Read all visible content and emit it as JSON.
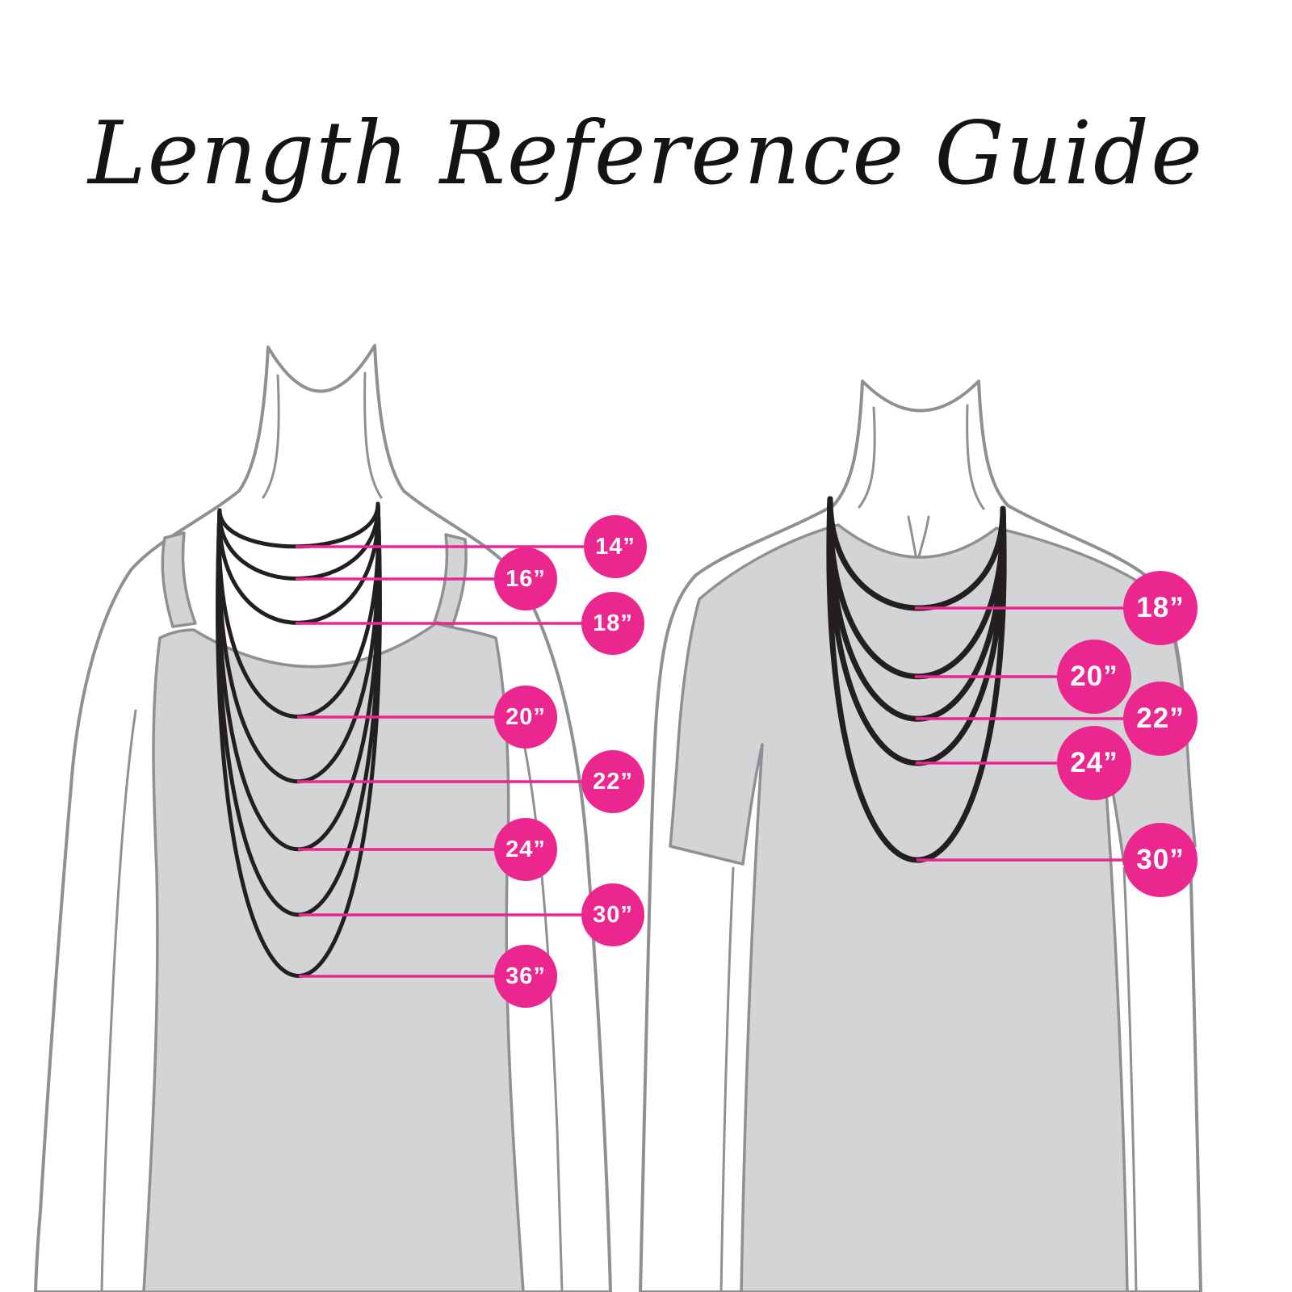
{
  "title": "Length Reference Guide",
  "colors": {
    "pink": "#ec268f",
    "necklace": "#231f20",
    "silhouette": "#d3d4d6",
    "outline": "#8e9093"
  },
  "figures": {
    "women": {
      "labels": [
        "14”",
        "16”",
        "18”",
        "20”",
        "22”",
        "24”",
        "30”",
        "36”"
      ]
    },
    "men": {
      "labels": [
        "18”",
        "20”",
        "22”",
        "24”",
        "30”"
      ]
    }
  }
}
